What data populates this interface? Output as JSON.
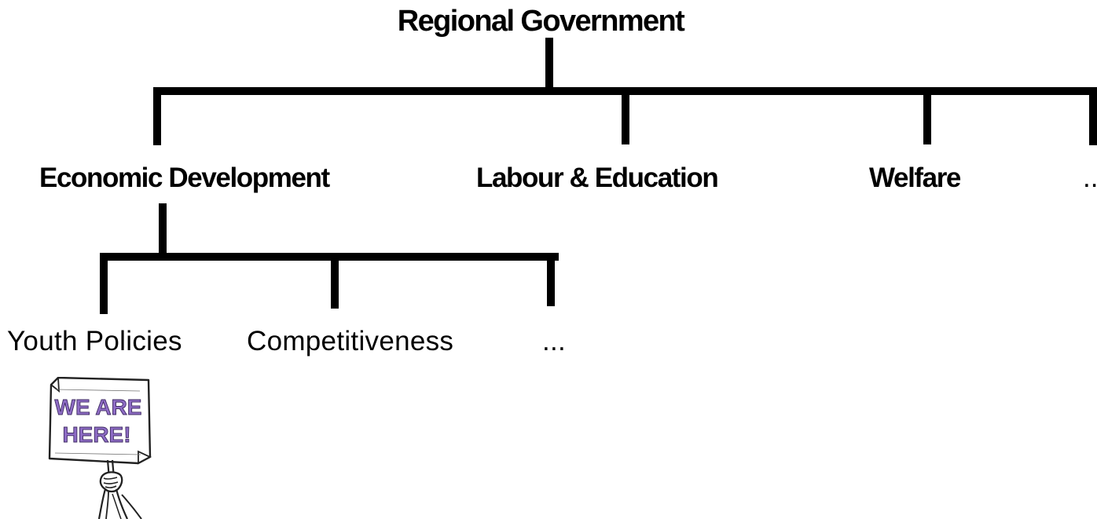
{
  "diagram": {
    "root": {
      "label": "Regional Government"
    },
    "departments": [
      {
        "label": "Economic Development"
      },
      {
        "label": "Labour & Education"
      },
      {
        "label": "Welfare"
      },
      {
        "label": "..."
      }
    ],
    "sub_areas": [
      {
        "label": "Youth Policies"
      },
      {
        "label": "Competitiveness"
      },
      {
        "label": "..."
      }
    ],
    "sign": {
      "text_line_1": "WE ARE",
      "text_line_2": "HERE!",
      "accent_color": "#8e6cc5"
    }
  }
}
